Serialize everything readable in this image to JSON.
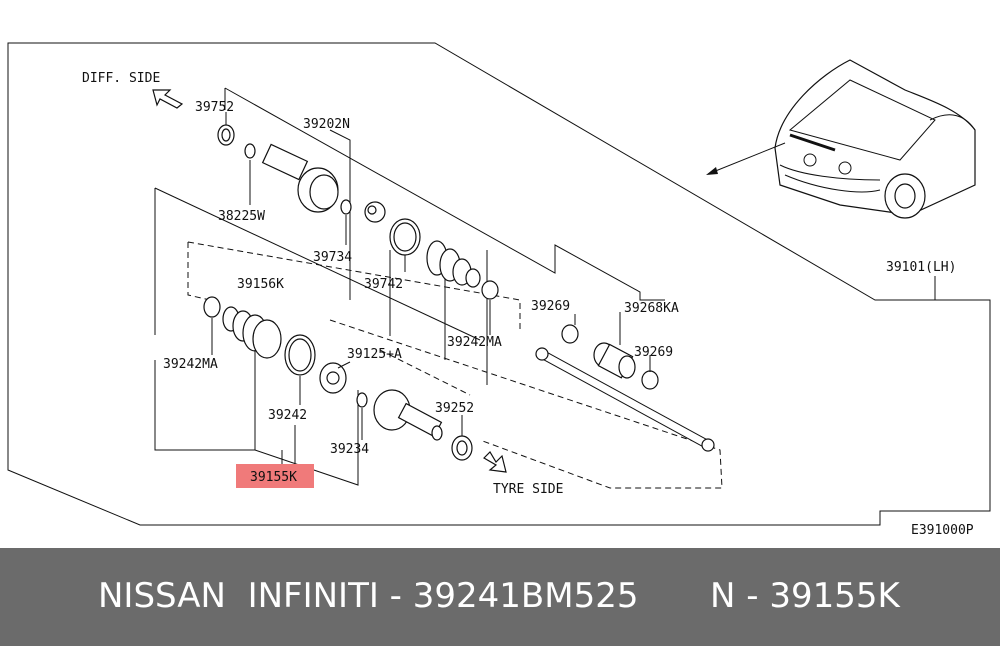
{
  "diagram": {
    "labels": {
      "diff_side": "DIFF. SIDE",
      "tyre_side": "TYRE SIDE",
      "p39752": "39752",
      "p39202n": "39202N",
      "p38225w": "38225W",
      "p39734": "39734",
      "p39156k": "39156K",
      "p39742": "39742",
      "p39242ma_right": "39242MA",
      "p39269_top": "39269",
      "p39268ka": "39268KA",
      "p39269_bottom": "39269",
      "p39125a": "39125+A",
      "p39242ma_left": "39242MA",
      "p39242": "39242",
      "p39252": "39252",
      "p39234": "39234",
      "p39155k": "39155K",
      "p39101lh": "39101(LH)",
      "code": "E391000P"
    },
    "highlight_color": "#f07a7a"
  },
  "footer": {
    "left_text": "NISSAN  INFINITI - 39241BM525",
    "right_text": "N - 39155K",
    "background": "#6b6b6b"
  }
}
